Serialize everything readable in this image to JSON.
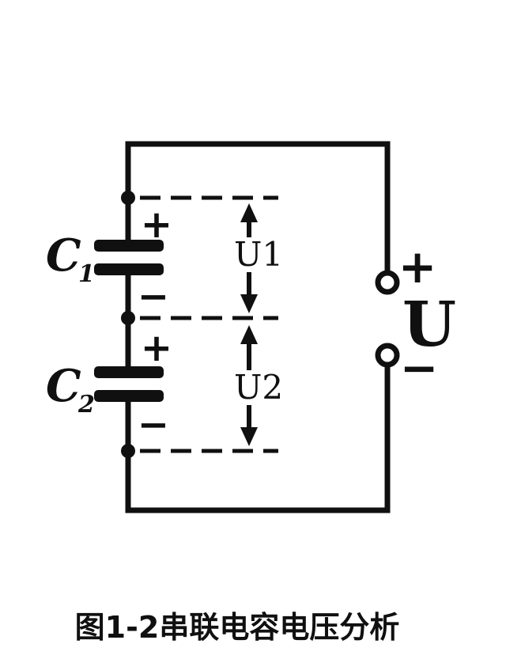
{
  "diagram": {
    "type": "circuit-schematic",
    "caption": "图1-2串联电容电压分析",
    "capacitors": [
      {
        "name": "C",
        "sub": "1",
        "plus": "+",
        "minus": "−",
        "voltage_label": "U1"
      },
      {
        "name": "C",
        "sub": "2",
        "plus": "+",
        "minus": "−",
        "voltage_label": "U2"
      }
    ],
    "source": {
      "label": "U",
      "plus": "+",
      "minus": "−"
    },
    "colors": {
      "ink": "#101010",
      "background": "#ffffff"
    }
  }
}
